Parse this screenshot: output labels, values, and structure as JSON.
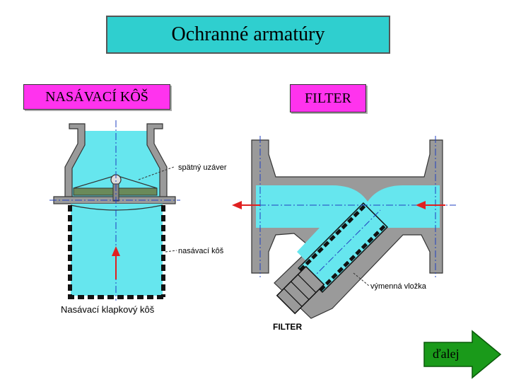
{
  "title": "Ochranné armatúry",
  "left_label": "NASÁVACÍ KÔŠ",
  "right_label": "FILTER",
  "left_diagram": {
    "annotation_valve": "spätný uzáver",
    "annotation_basket": "nasávací kôš",
    "caption": "Nasávací klapkový kôš"
  },
  "right_diagram": {
    "annotation_insert": "výmenná vložka",
    "caption": "FILTER"
  },
  "next_button": {
    "label": "ďalej",
    "color": "#1a9a1a"
  },
  "colors": {
    "water": "#66e6ee",
    "metal": "#9a9a9a",
    "title_bg": "#2fcfcf",
    "label_bg": "#ff33ee",
    "arrow": "#e02020"
  }
}
